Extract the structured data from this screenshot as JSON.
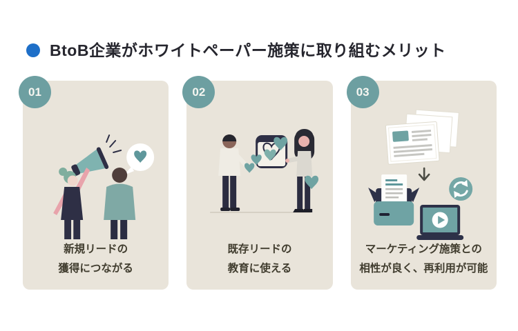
{
  "header": {
    "title": "BtoB企業がホワイトペーパー施策に取り組むメリット",
    "bullet_icon": "blue-dot-icon"
  },
  "colors": {
    "accent_blue": "#1e6fc8",
    "badge_teal": "#6d9fa1",
    "card_background": "#e9e4da",
    "illustration_teal": "#74a7a6",
    "illustration_navy": "#2e2f45",
    "label_text": "#403c2e",
    "title_text": "#26262e"
  },
  "cards": [
    {
      "number": "01",
      "label_line1": "新規リードの",
      "label_line2": "獲得につながる",
      "illustration": "megaphone-announcement-illustration"
    },
    {
      "number": "02",
      "label_line1": "既存リードの",
      "label_line2": "教育に使える",
      "illustration": "sharing-hearts-illustration"
    },
    {
      "number": "03",
      "label_line1": "マーケティング施策との",
      "label_line2": "相性が良く、再利用が可能",
      "illustration": "document-reuse-illustration"
    }
  ]
}
